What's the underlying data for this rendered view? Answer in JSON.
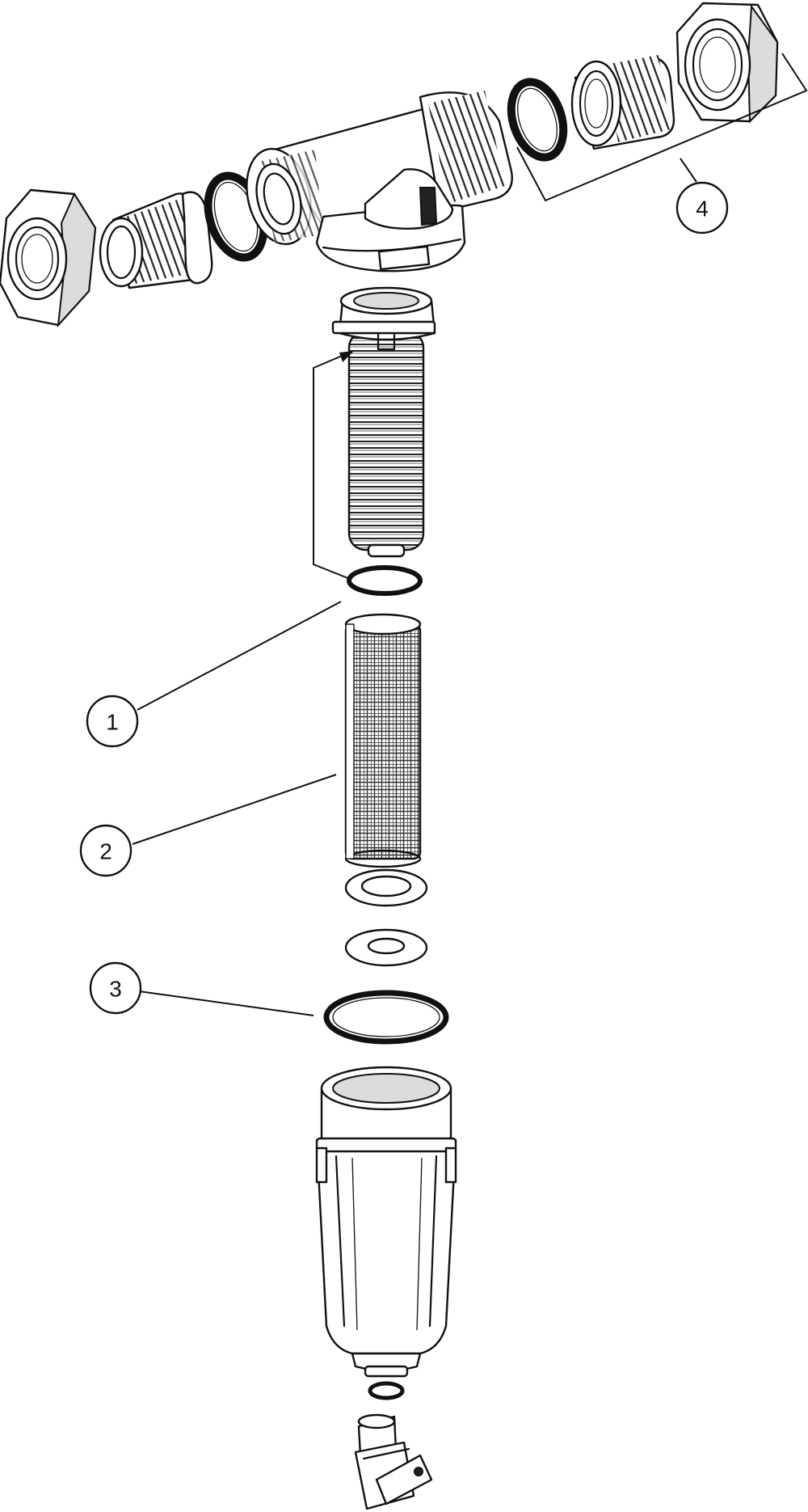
{
  "callouts": [
    {
      "id": "1",
      "label": "1"
    },
    {
      "id": "2",
      "label": "2"
    },
    {
      "id": "3",
      "label": "3"
    },
    {
      "id": "4",
      "label": "4"
    }
  ],
  "colors": {
    "line": "#111111",
    "background": "#ffffff",
    "shade": "#dcdcdc"
  }
}
